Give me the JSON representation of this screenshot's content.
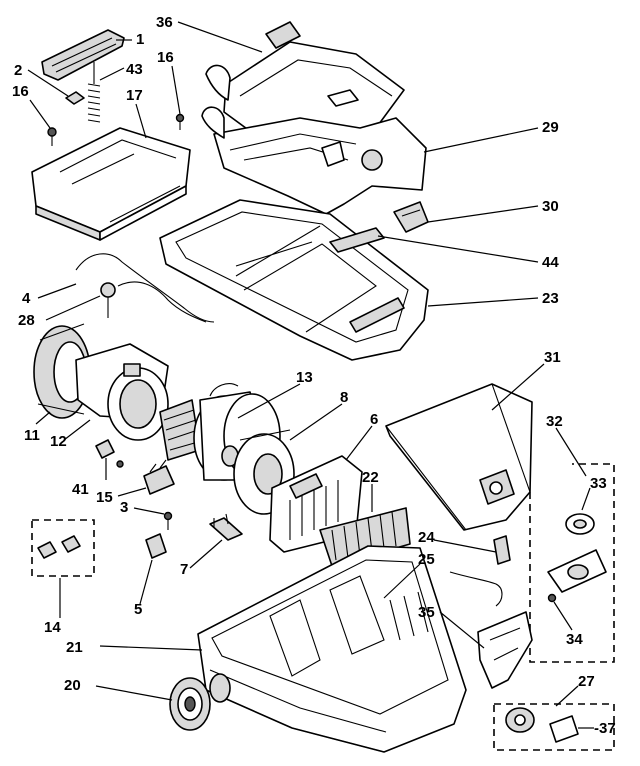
{
  "diagram": {
    "callouts": [
      {
        "id": "36",
        "text": "36"
      },
      {
        "id": "1",
        "text": "1"
      },
      {
        "id": "16a",
        "text": "16"
      },
      {
        "id": "2",
        "text": "2"
      },
      {
        "id": "43",
        "text": "43"
      },
      {
        "id": "16b",
        "text": "16"
      },
      {
        "id": "17",
        "text": "17"
      },
      {
        "id": "29",
        "text": "29"
      },
      {
        "id": "30",
        "text": "30"
      },
      {
        "id": "44",
        "text": "44"
      },
      {
        "id": "23",
        "text": "23"
      },
      {
        "id": "4",
        "text": "4"
      },
      {
        "id": "28",
        "text": "28"
      },
      {
        "id": "31",
        "text": "31"
      },
      {
        "id": "13",
        "text": "13"
      },
      {
        "id": "8",
        "text": "8"
      },
      {
        "id": "6",
        "text": "6"
      },
      {
        "id": "32",
        "text": "32"
      },
      {
        "id": "11",
        "text": "11"
      },
      {
        "id": "12",
        "text": "12"
      },
      {
        "id": "41",
        "text": "41"
      },
      {
        "id": "22",
        "text": "22"
      },
      {
        "id": "33",
        "text": "33"
      },
      {
        "id": "15",
        "text": "15"
      },
      {
        "id": "3",
        "text": "3"
      },
      {
        "id": "24",
        "text": "24"
      },
      {
        "id": "7",
        "text": "7"
      },
      {
        "id": "25",
        "text": "25"
      },
      {
        "id": "14",
        "text": "14"
      },
      {
        "id": "5",
        "text": "5"
      },
      {
        "id": "35",
        "text": "35"
      },
      {
        "id": "34",
        "text": "34"
      },
      {
        "id": "21",
        "text": "21"
      },
      {
        "id": "27",
        "text": "27"
      },
      {
        "id": "20",
        "text": "20"
      },
      {
        "id": "37",
        "text": "-37"
      }
    ]
  }
}
